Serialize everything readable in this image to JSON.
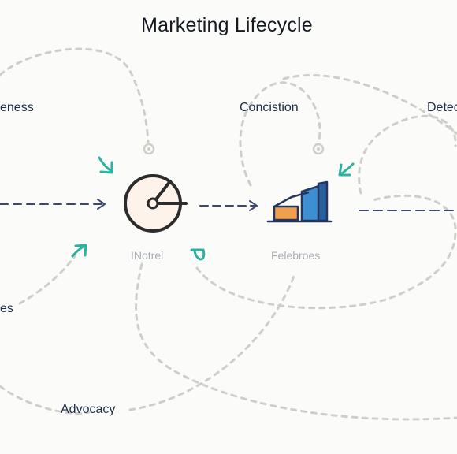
{
  "title": "Marketing Lifecycle",
  "stages": {
    "awareness": "eness",
    "consideration": "Concistion",
    "detection": "Detec",
    "lower_left": "es",
    "advocacy": "Advocacy",
    "center_left": "INotrel",
    "center_right": "Felebroes"
  },
  "icons": {
    "gauge": "gauge-icon",
    "bar_chart": "bar-chart-icon",
    "arrows": "curved-arrow-icon"
  },
  "colors": {
    "dashed_connector": "#c9c9c5",
    "flow_arrow": "#3b4a6b",
    "teal_accent": "#2bb3a0",
    "bar_orange": "#f0a04c",
    "bar_blue": "#3d8fd1",
    "bar_navy": "#24365c"
  }
}
